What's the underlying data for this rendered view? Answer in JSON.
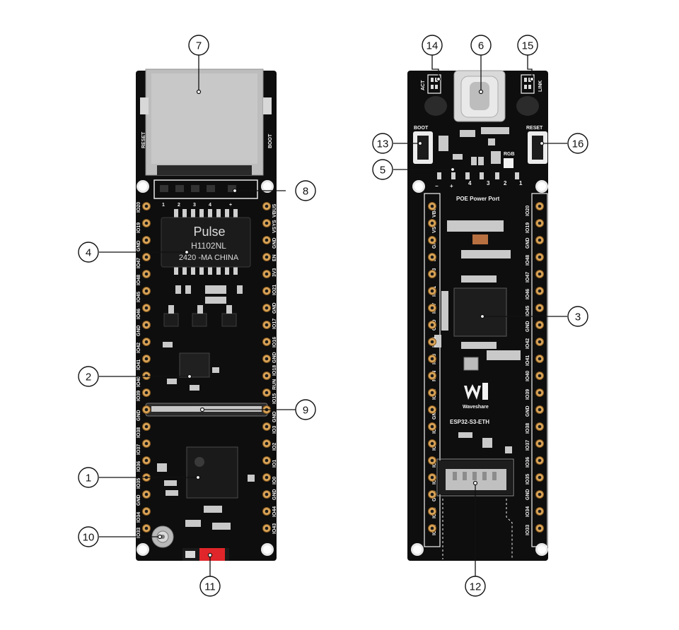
{
  "board_left": {
    "eth_transformer": {
      "brand": "Pulse",
      "part": "H1102NL",
      "code": "2420 -MA CHINA"
    },
    "rj45_side_labels": [
      "RESET",
      "BOOT"
    ],
    "poe_header_labels": [
      "1",
      "2",
      "3",
      "4",
      "+"
    ],
    "left_pin_labels": [
      "IO20",
      "IO19",
      "GND",
      "IO47",
      "IO48",
      "IO45",
      "IO46",
      "GND",
      "IO42",
      "IO41",
      "IO40",
      "IO39",
      "GND",
      "IO38",
      "IO37",
      "IO36",
      "IO35",
      "GND",
      "IO34",
      "IO33"
    ],
    "right_pin_labels": [
      "VBUS",
      "VSYS",
      "GND",
      "EN",
      "3V3",
      "IO21",
      "GND",
      "IO17",
      "IO16",
      "GND",
      "IO18",
      "RUN",
      "IO15",
      "GND",
      "IO3",
      "IO2",
      "IO1",
      "IO0",
      "GND",
      "IO44",
      "IO43"
    ]
  },
  "board_right": {
    "led_labels": [
      "ACT",
      "LINK"
    ],
    "button_labels": [
      "BOOT",
      "RESET"
    ],
    "rgb_label": "RGB",
    "poe_pin_labels": [
      "−",
      "+",
      "4",
      "3",
      "2",
      "1"
    ],
    "poe_port_label": "POE Power Port",
    "left_pin_labels": [
      "VBUS",
      "VSYS",
      "GND",
      "EN",
      "3V3",
      "IO21",
      "IO17",
      "GND",
      "IO16",
      "IO18",
      "RUN",
      "IO15",
      "GND",
      "IO3",
      "IO2",
      "IO1",
      "IO0",
      "GND",
      "IO44",
      "IO43"
    ],
    "right_pin_labels": [
      "IO20",
      "IO19",
      "GND",
      "IO48",
      "IO47",
      "IO46",
      "IO45",
      "GND",
      "IO42",
      "IO41",
      "IO40",
      "IO39",
      "GND",
      "IO38",
      "IO37",
      "IO36",
      "IO35",
      "GND",
      "IO34",
      "IO33"
    ],
    "logo_text": "Waveshare",
    "board_name": "ESP32-S3-ETH"
  },
  "callouts": [
    "1",
    "2",
    "3",
    "4",
    "5",
    "6",
    "7",
    "8",
    "9",
    "10",
    "11",
    "12",
    "13",
    "14",
    "15",
    "16"
  ],
  "colors": {
    "pcb": "#0e0e0e",
    "pad": "#d9a55a",
    "silk": "#f2f2f2",
    "led_red": "#e0262a",
    "rj45": "#bdbdbd"
  }
}
